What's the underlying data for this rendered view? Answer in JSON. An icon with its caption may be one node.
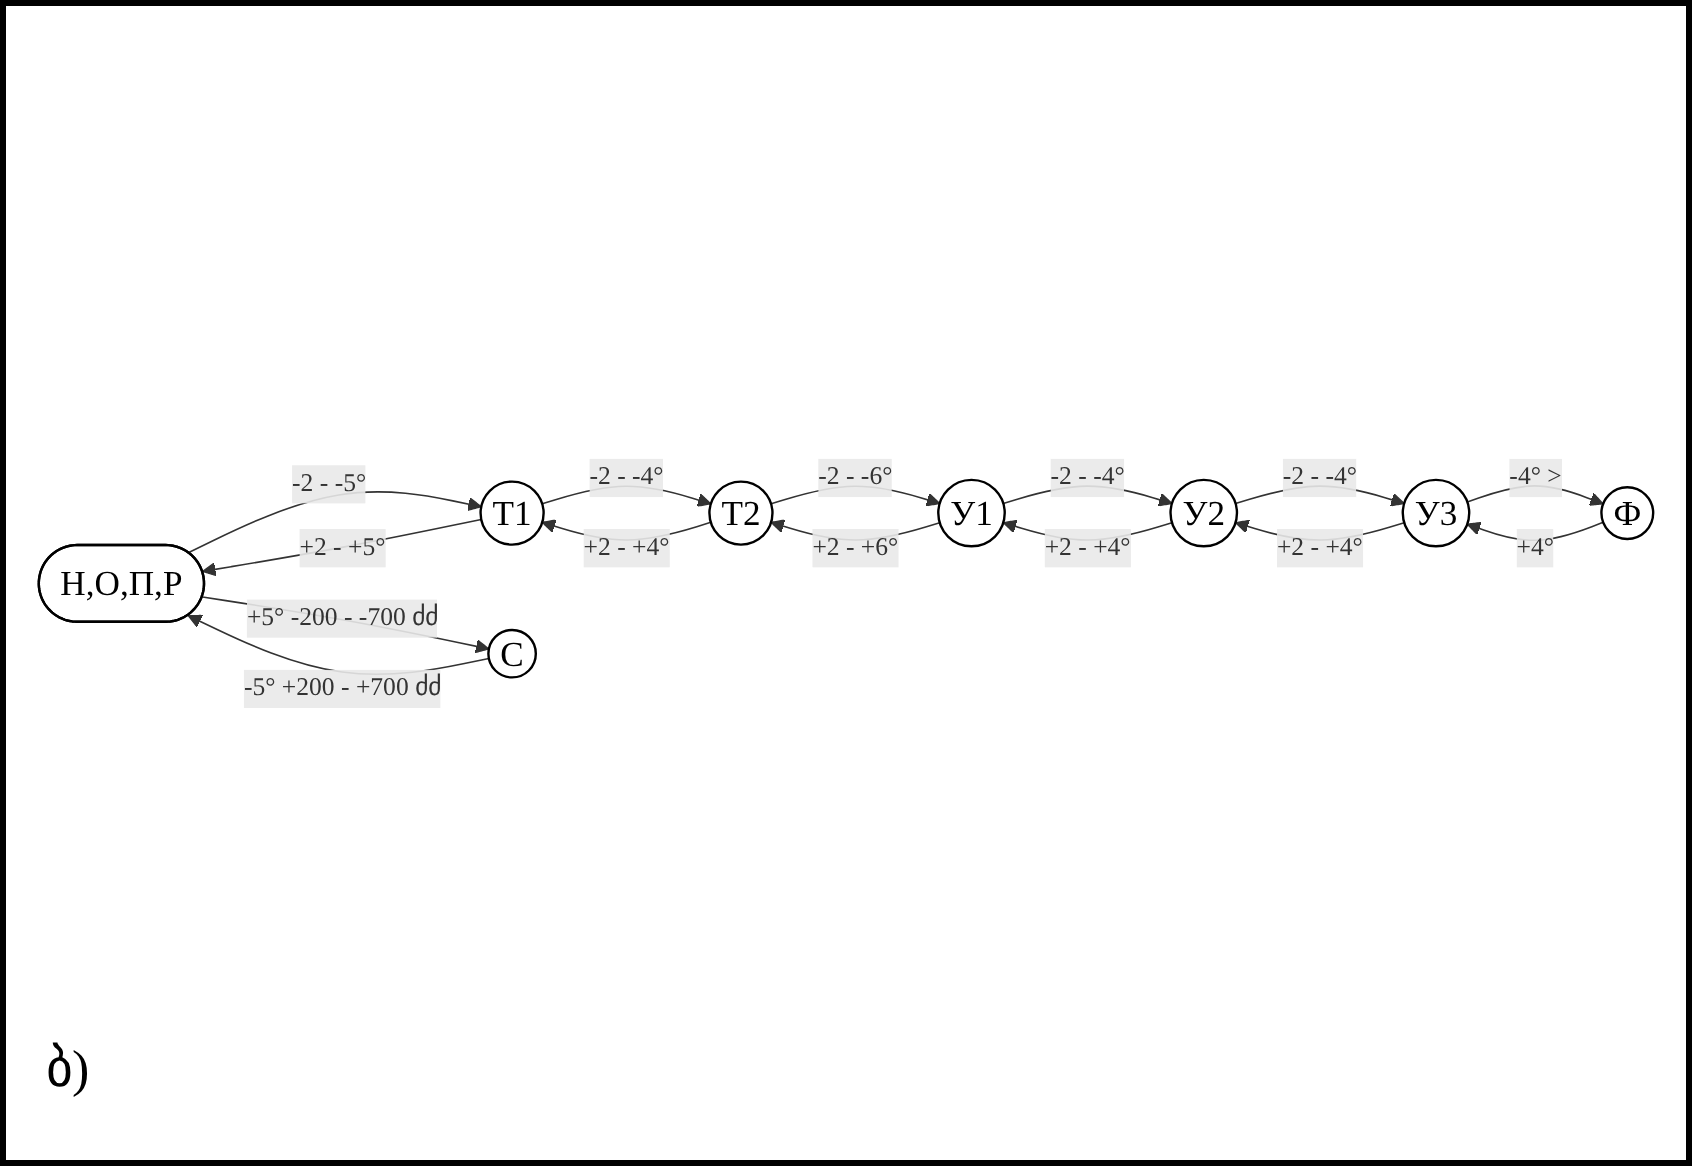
{
  "diagram": {
    "nodes": [
      {
        "text": [
          "Н,О,П,Р"
        ]
      },
      {
        "text": [
          "Т1"
        ]
      },
      {
        "text": [
          "Т2"
        ]
      },
      {
        "text": [
          "У1"
        ]
      },
      {
        "text": [
          "У2"
        ]
      },
      {
        "text": [
          "У3"
        ]
      },
      {
        "text": [
          "Ф"
        ]
      },
      {
        "text": [
          "С"
        ]
      }
    ],
    "edges": [
      {
        "from": 0,
        "to": 1,
        "arrow": "to",
        "label": "-2 - -5°"
      },
      {
        "from": 1,
        "to": 0,
        "arrow": "to",
        "label": "+2 - +5°"
      },
      {
        "from": 1,
        "to": 2,
        "arrow": "to",
        "label": "-2 - -4°"
      },
      {
        "from": 2,
        "to": 1,
        "arrow": "to",
        "label": "+2 - +4°"
      },
      {
        "from": 2,
        "to": 3,
        "arrow": "to",
        "label": "-2 - -6°"
      },
      {
        "from": 3,
        "to": 2,
        "arrow": "to",
        "label": "+2 - +6°"
      },
      {
        "from": 3,
        "to": 4,
        "arrow": "to",
        "label": "-2 - -4°"
      },
      {
        "from": 4,
        "to": 3,
        "arrow": "to",
        "label": "+2 - +4°"
      },
      {
        "from": 4,
        "to": 5,
        "arrow": "to",
        "label": "-2 - -4°"
      },
      {
        "from": 5,
        "to": 4,
        "arrow": "to",
        "label": "+2 - +4°"
      },
      {
        "from": 5,
        "to": 6,
        "arrow": "to",
        "label": "-4° >"
      },
      {
        "from": 6,
        "to": 5,
        "arrow": "to",
        "label": "+4°"
      },
      {
        "from": 0,
        "to": 7,
        "arrow": "to",
        "label": "+5° -200 - -700 ძძ"
      },
      {
        "from": 7,
        "to": 0,
        "arrow": "to",
        "label": "-5° +200 - +700 ძძ"
      }
    ],
    "labels": [
      "ბ)"
    ]
  }
}
